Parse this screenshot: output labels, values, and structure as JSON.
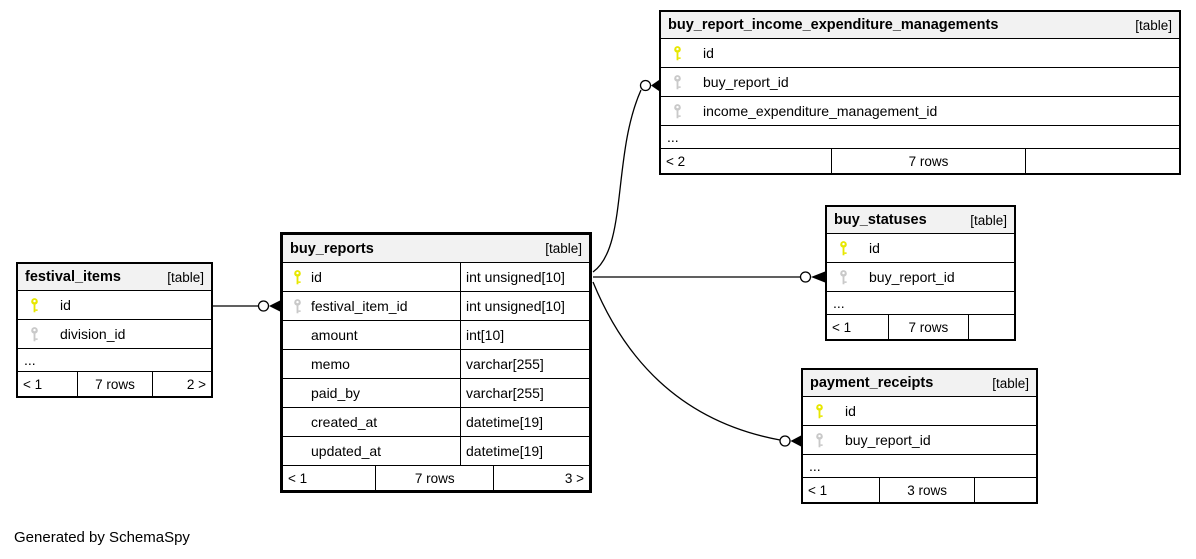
{
  "page": {
    "generated_by": "Generated by SchemaSpy"
  },
  "colors": {
    "primary_key_icon": "#e7e700",
    "foreign_key_icon": "#c9c9c9",
    "table_header_bg": "#f2f2f2",
    "table_border": "#000000",
    "background": "#ffffff"
  },
  "tables": {
    "festival_items": {
      "name": "festival_items",
      "tag": "[table]",
      "columns": [
        {
          "name": "id",
          "key": "primary"
        },
        {
          "name": "division_id",
          "key": "foreign"
        }
      ],
      "ellipsis": "...",
      "footer": {
        "left": "< 1",
        "center": "7 rows",
        "right": "2 >"
      }
    },
    "buy_reports": {
      "name": "buy_reports",
      "tag": "[table]",
      "columns": [
        {
          "name": "id",
          "key": "primary",
          "type": "int unsigned[10]"
        },
        {
          "name": "festival_item_id",
          "key": "foreign",
          "type": "int unsigned[10]"
        },
        {
          "name": "amount",
          "key": "none",
          "type": "int[10]"
        },
        {
          "name": "memo",
          "key": "none",
          "type": "varchar[255]"
        },
        {
          "name": "paid_by",
          "key": "none",
          "type": "varchar[255]"
        },
        {
          "name": "created_at",
          "key": "none",
          "type": "datetime[19]"
        },
        {
          "name": "updated_at",
          "key": "none",
          "type": "datetime[19]"
        }
      ],
      "footer": {
        "left": "< 1",
        "center": "7 rows",
        "right": "3 >"
      }
    },
    "buy_report_income_expenditure_managements": {
      "name": "buy_report_income_expenditure_managements",
      "tag": "[table]",
      "columns": [
        {
          "name": "id",
          "key": "primary"
        },
        {
          "name": "buy_report_id",
          "key": "foreign"
        },
        {
          "name": "income_expenditure_management_id",
          "key": "foreign"
        }
      ],
      "ellipsis": "...",
      "footer": {
        "left": "< 2",
        "center": "7 rows",
        "right": ""
      }
    },
    "buy_statuses": {
      "name": "buy_statuses",
      "tag": "[table]",
      "columns": [
        {
          "name": "id",
          "key": "primary"
        },
        {
          "name": "buy_report_id",
          "key": "foreign"
        }
      ],
      "ellipsis": "...",
      "footer": {
        "left": "< 1",
        "center": "7 rows",
        "right": ""
      }
    },
    "payment_receipts": {
      "name": "payment_receipts",
      "tag": "[table]",
      "columns": [
        {
          "name": "id",
          "key": "primary"
        },
        {
          "name": "buy_report_id",
          "key": "foreign"
        }
      ],
      "ellipsis": "...",
      "footer": {
        "left": "< 1",
        "center": "3 rows",
        "right": ""
      }
    }
  },
  "relationships": [
    {
      "from": "festival_items.id",
      "to": "buy_reports.festival_item_id"
    },
    {
      "from": "buy_reports.id",
      "to": "buy_report_income_expenditure_managements.buy_report_id"
    },
    {
      "from": "buy_reports.id",
      "to": "buy_statuses.buy_report_id"
    },
    {
      "from": "buy_reports.id",
      "to": "payment_receipts.buy_report_id"
    }
  ]
}
